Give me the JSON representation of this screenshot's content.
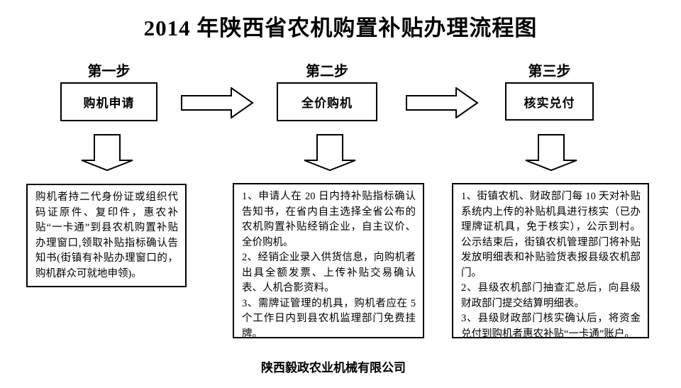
{
  "title": "2014 年陕西省农机购置补贴办理流程图",
  "steps": [
    {
      "label": "第一步",
      "box_label": "购机申请",
      "detail": "购机者持二代身份证或组织代码证原件、复印件，惠农补贴“一卡通”到县农机购置补贴办理窗口,领取补贴指标确认告知书(街镇有补贴办理窗口的，购机群众可就地申领)。"
    },
    {
      "label": "第二步",
      "box_label": "全价购机",
      "detail": "1、申请人在 20 日内持补贴指标确认告知书，在省内自主选择全省公布的农机购置补贴经销企业，自主议价、全价购机。\n2、经销企业录入供货信息，向购机者出具全额发票、上传补贴交易确认表、人机合影资料。\n3、需牌证管理的机具，购机者应在 5 个工作日内到县农机监理部门免费挂牌。"
    },
    {
      "label": "第三步",
      "box_label": "核实兑付",
      "detail": "1、街镇农机、财政部门每 10 天对补贴系统内上传的补贴机具进行核实（已办理牌证机具，免于核实），公示到村。公示结束后，街镇农机管理部门将补贴发放明细表和补贴验货表报县级农机部门。\n2、县级农机部门抽查汇总后，向县级财政部门提交结算明细表。\n3、县级财政部门核实确认后，将资金兑付到购机者惠农补贴“一卡通”账户。"
    }
  ],
  "icons": {
    "right_arrow": "right-arrow-icon",
    "down_arrow": "down-arrow-icon"
  },
  "colors": {
    "ink": "#000000",
    "background": "#ffffff"
  },
  "footer": "陕西毅政农业机械有限公司"
}
